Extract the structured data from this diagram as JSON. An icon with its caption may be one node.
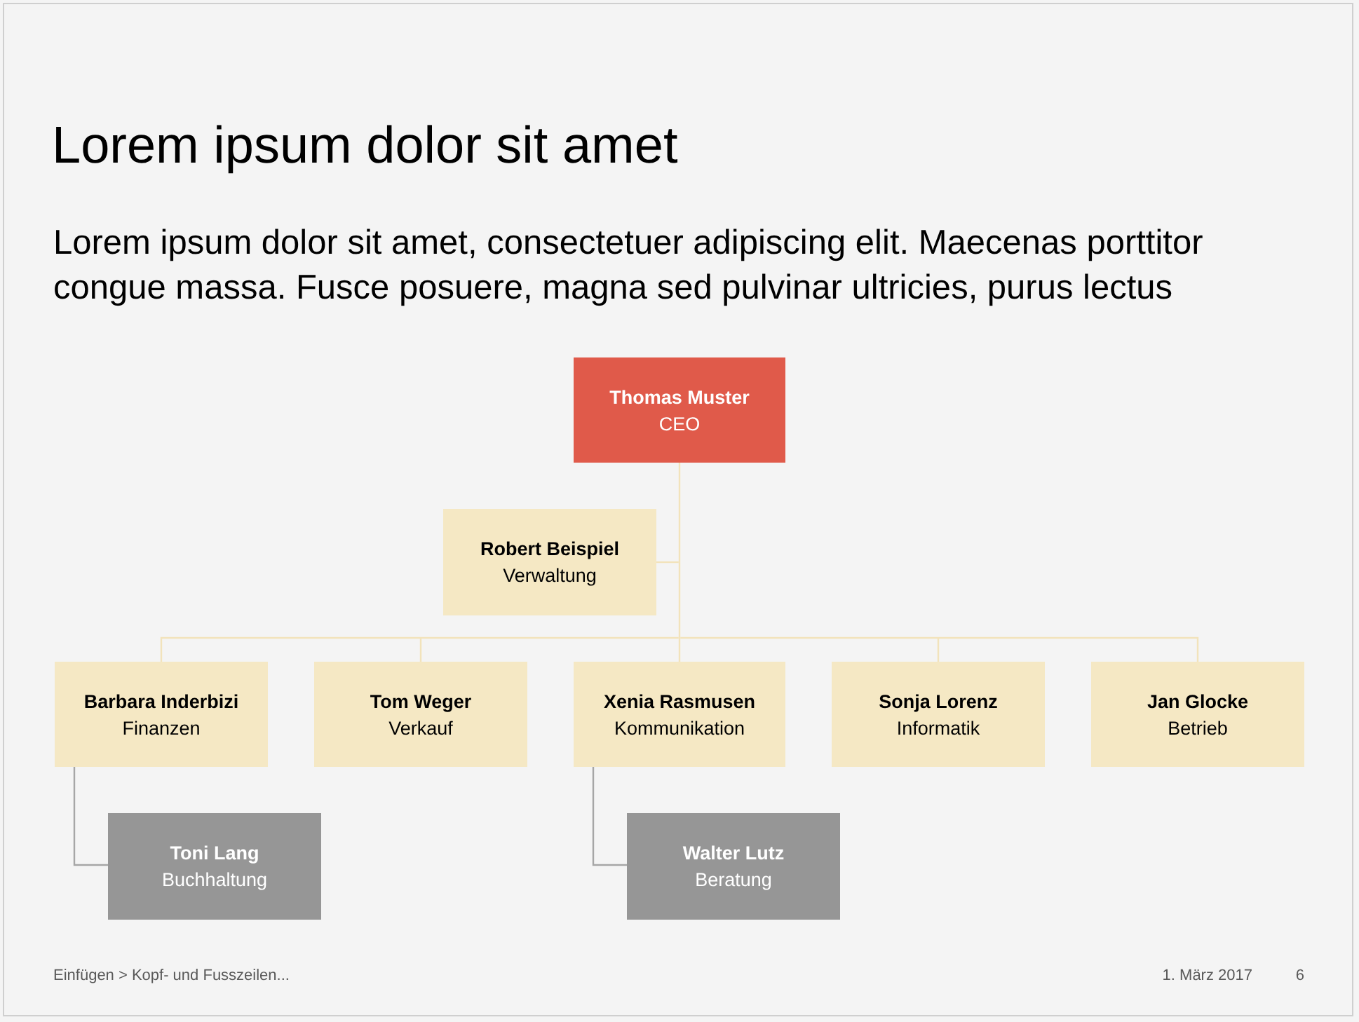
{
  "diagram": {
    "title": "Lorem ipsum dolor sit amet",
    "nodes": [
      {
        "text": [
          "Thomas Muster",
          "CEO"
        ]
      },
      {
        "text": [
          "Robert Beispiel",
          "Verwaltung"
        ]
      },
      {
        "text": [
          "Barbara Inderbizi",
          "Finanzen"
        ]
      },
      {
        "text": [
          "Tom Weger",
          "Verkauf"
        ]
      },
      {
        "text": [
          "Xenia Rasmusen",
          "Kommunikation"
        ]
      },
      {
        "text": [
          "Sonja Lorenz",
          "Informatik"
        ]
      },
      {
        "text": [
          "Jan Glocke",
          "Betrieb"
        ]
      },
      {
        "text": [
          "Toni Lang",
          "Buchhaltung"
        ]
      },
      {
        "text": [
          "Walter Lutz",
          "Beratung"
        ]
      }
    ],
    "edges": [
      {
        "from": 0,
        "to": 1,
        "arrow": "none"
      },
      {
        "from": 0,
        "to": 2,
        "arrow": "none"
      },
      {
        "from": 0,
        "to": 3,
        "arrow": "none"
      },
      {
        "from": 0,
        "to": 4,
        "arrow": "none"
      },
      {
        "from": 0,
        "to": 5,
        "arrow": "none"
      },
      {
        "from": 0,
        "to": 6,
        "arrow": "none"
      },
      {
        "from": 2,
        "to": 7,
        "arrow": "none",
        "color": "#a6a6a6"
      },
      {
        "from": 4,
        "to": 8,
        "arrow": "none",
        "color": "#a6a6a6"
      }
    ],
    "labels": [
      "Lorem ipsum dolor sit amet, consectetuer adipiscing elit. Maecenas porttitor congue massa. Fusce posuere, magna sed pulvinar ultricies, purus lectus",
      "Einfügen > Kopf- und Fusszeilen...",
      "1. März 2017",
      "6"
    ]
  }
}
